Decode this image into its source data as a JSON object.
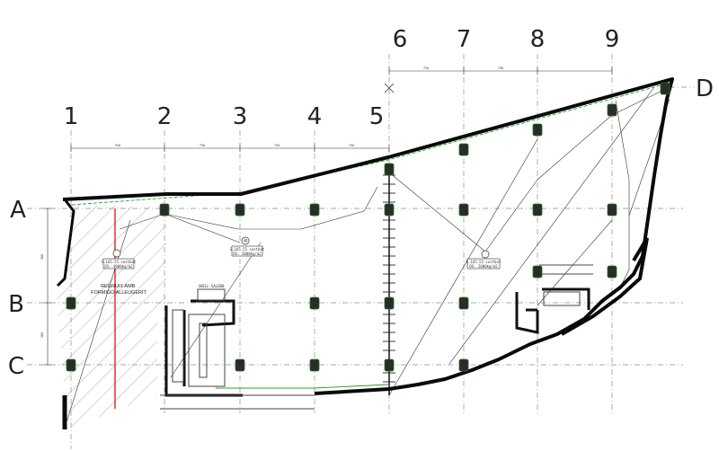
{
  "grid": {
    "vertical": [
      "1",
      "2",
      "3",
      "4",
      "5",
      "6",
      "7",
      "8",
      "9"
    ],
    "horizontal": [
      "A",
      "B",
      "C",
      "D"
    ]
  },
  "annotations": {
    "forjat": "REGRUIX AMB FORMIGO ALLEUGERIT",
    "load_left": [
      "S.165.55 sostbot",
      "DS: 4000kg/m2"
    ],
    "load_mid": [
      "S.165.55 sostbot",
      "DS: 2000kg/m2"
    ],
    "load_right": [
      "S.165.55 sostbot",
      "DS: 2000kg/m2"
    ],
    "marker": "40",
    "small_label": "SHELL GALBOB"
  },
  "dimensions": {
    "top": [
      "930",
      "750",
      "750",
      "750",
      "750",
      "750"
    ],
    "left": [
      "300",
      "300"
    ]
  }
}
